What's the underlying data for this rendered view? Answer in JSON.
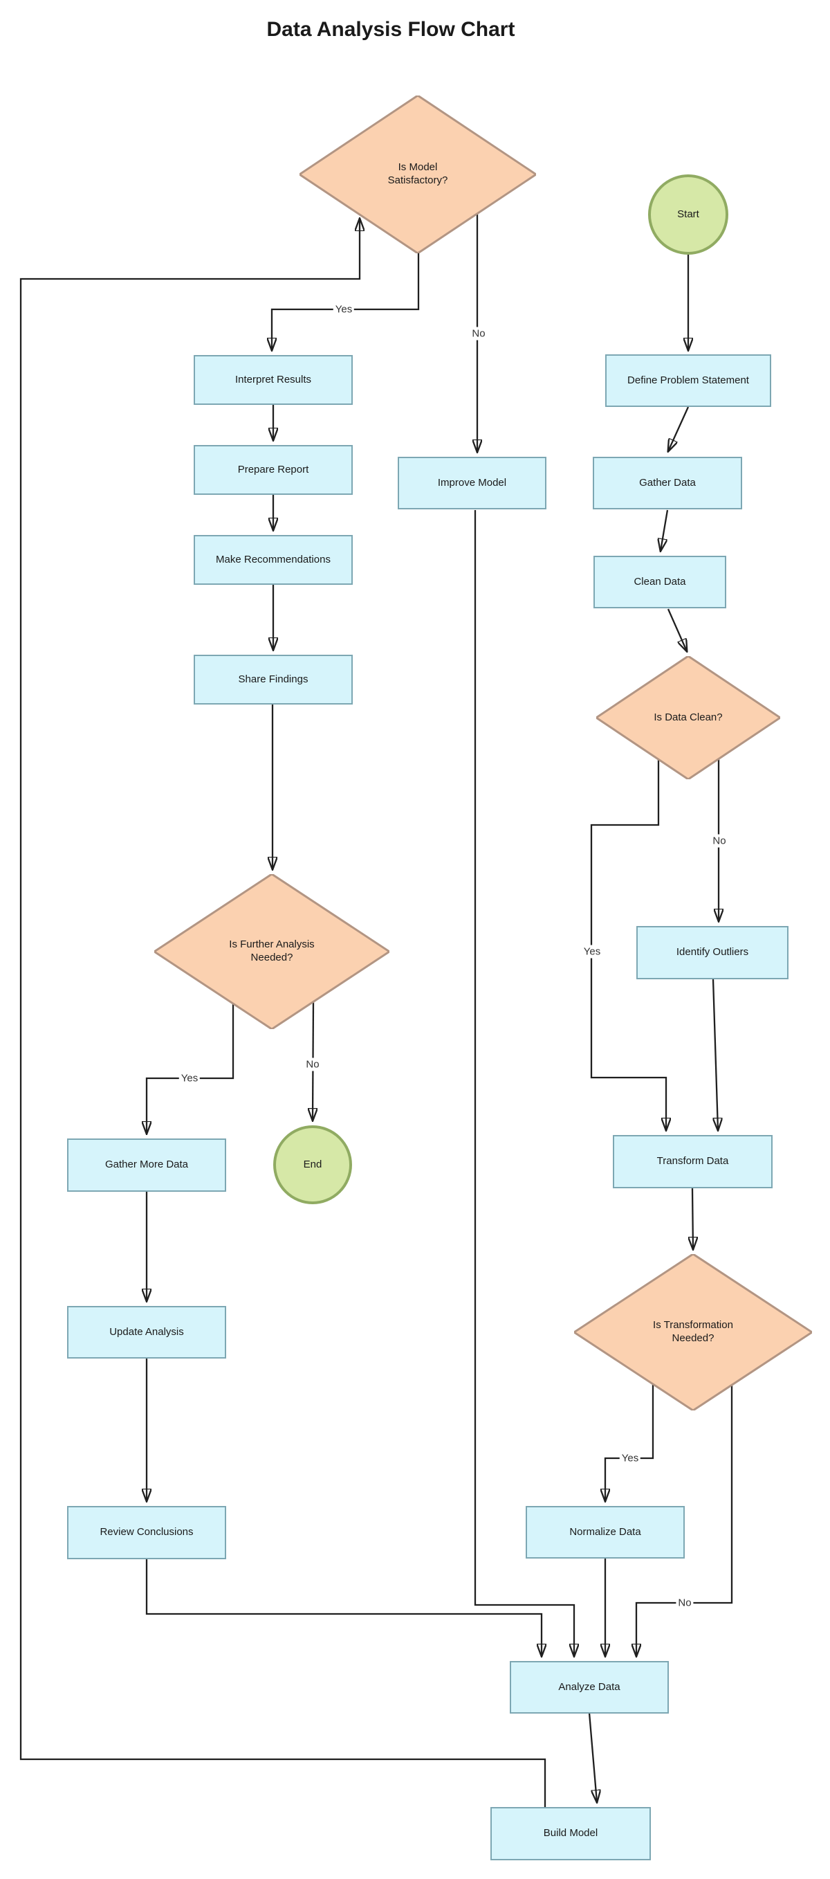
{
  "title": "Data Analysis Flow Chart",
  "colors": {
    "process_fill": "#d6f4fb",
    "process_border": "#7da7b3",
    "decision_fill": "#fbd1b0",
    "decision_border": "#b29583",
    "terminal_fill": "#d6e8a7",
    "terminal_border": "#90ab62",
    "edge_color": "#1f1f1f",
    "label_color": "#333333",
    "text_color": "#1a1a1a"
  },
  "nodes": {
    "start": {
      "label": "Start",
      "type": "terminal"
    },
    "end": {
      "label": "End",
      "type": "terminal"
    },
    "define_problem": {
      "label": "Define Problem Statement",
      "type": "process"
    },
    "gather_data": {
      "label": "Gather Data",
      "type": "process"
    },
    "clean_data": {
      "label": "Clean Data",
      "type": "process"
    },
    "is_data_clean": {
      "label": "Is Data Clean?",
      "type": "decision"
    },
    "identify_outliers": {
      "label": "Identify Outliers",
      "type": "process"
    },
    "transform_data": {
      "label": "Transform Data",
      "type": "process"
    },
    "is_transformation_needed": {
      "label": "Is Transformation Needed?",
      "type": "decision"
    },
    "normalize_data": {
      "label": "Normalize Data",
      "type": "process"
    },
    "analyze_data": {
      "label": "Analyze Data",
      "type": "process"
    },
    "build_model": {
      "label": "Build Model",
      "type": "process"
    },
    "is_model_satisfactory": {
      "label": "Is Model Satisfactory?",
      "type": "decision"
    },
    "improve_model": {
      "label": "Improve Model",
      "type": "process"
    },
    "interpret_results": {
      "label": "Interpret Results",
      "type": "process"
    },
    "prepare_report": {
      "label": "Prepare Report",
      "type": "process"
    },
    "make_recommendations": {
      "label": "Make Recommendations",
      "type": "process"
    },
    "share_findings": {
      "label": "Share Findings",
      "type": "process"
    },
    "is_further_analysis_needed": {
      "label": "Is Further Analysis Needed?",
      "type": "decision"
    },
    "gather_more_data": {
      "label": "Gather More Data",
      "type": "process"
    },
    "update_analysis": {
      "label": "Update Analysis",
      "type": "process"
    },
    "review_conclusions": {
      "label": "Review Conclusions",
      "type": "process"
    }
  },
  "edge_labels": {
    "model_yes": "Yes",
    "model_no": "No",
    "clean_yes": "Yes",
    "clean_no": "No",
    "transformation_yes": "Yes",
    "transformation_no": "No",
    "further_yes": "Yes",
    "further_no": "No"
  }
}
